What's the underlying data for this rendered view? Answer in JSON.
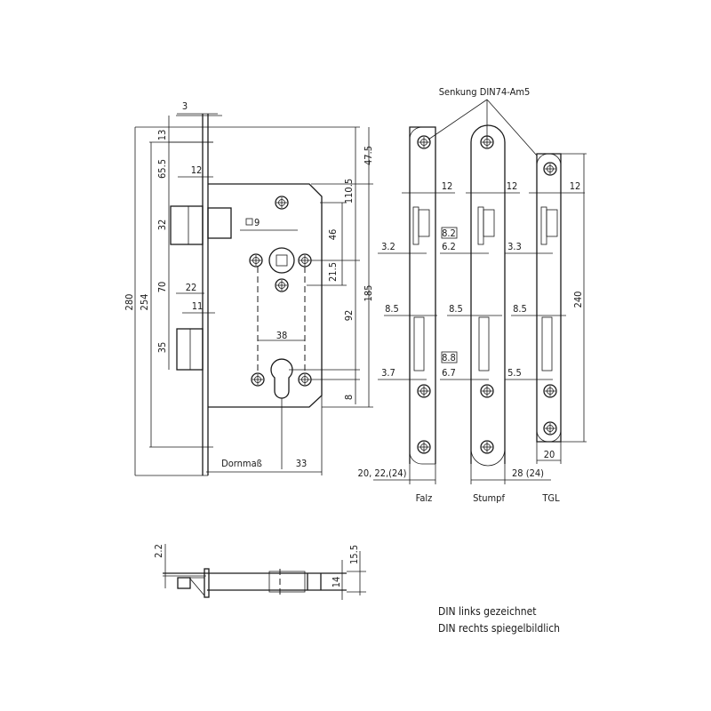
{
  "front_view": {
    "dims": {
      "faceplate_thickness": "3",
      "top_offset": "13",
      "latch_offset": "65.5",
      "latch_depth": "12",
      "latch_height": "32",
      "latch_to_bolt": "70",
      "bolt_depth": "22",
      "bolt_inner": "11",
      "bolt_height": "35",
      "total_height": "280",
      "case_height": "254",
      "spindle_square": "9",
      "screw_to_spindle": "46",
      "spindle_to_screw": "21.5",
      "screw_spacing": "38",
      "spindle_to_cylinder": "92",
      "cylinder_offset": "8",
      "top_to_spindle": "110.5",
      "top_to_case": "47.5",
      "case_body": "185",
      "backset_label": "Dornmaß",
      "backset_extra": "33"
    }
  },
  "strike_plates": {
    "countersink_label": "Senkung DIN74-Am5",
    "widths": [
      "12",
      "12",
      "12"
    ],
    "falz": {
      "label": "Falz",
      "latch_offset": "3.2",
      "bolt_offset": "3.7",
      "gap": "8.5",
      "width": "20, 22,(24)"
    },
    "stumpf": {
      "label": "Stumpf",
      "latch_box": "8.2",
      "latch_offset": "6.2",
      "bolt_box": "8.8",
      "bolt_offset": "6.7",
      "gap": "8.5",
      "width": "28 (24)"
    },
    "tgl": {
      "label": "TGL",
      "latch_offset": "3.3",
      "bolt_offset": "5.5",
      "gap": "8.5",
      "height": "240",
      "width": "20"
    }
  },
  "side_view": {
    "top": "2.2",
    "right": "15.5",
    "body": "14"
  },
  "notes": [
    "DIN links gezeichnet",
    "DIN rechts spiegelbildlich"
  ]
}
